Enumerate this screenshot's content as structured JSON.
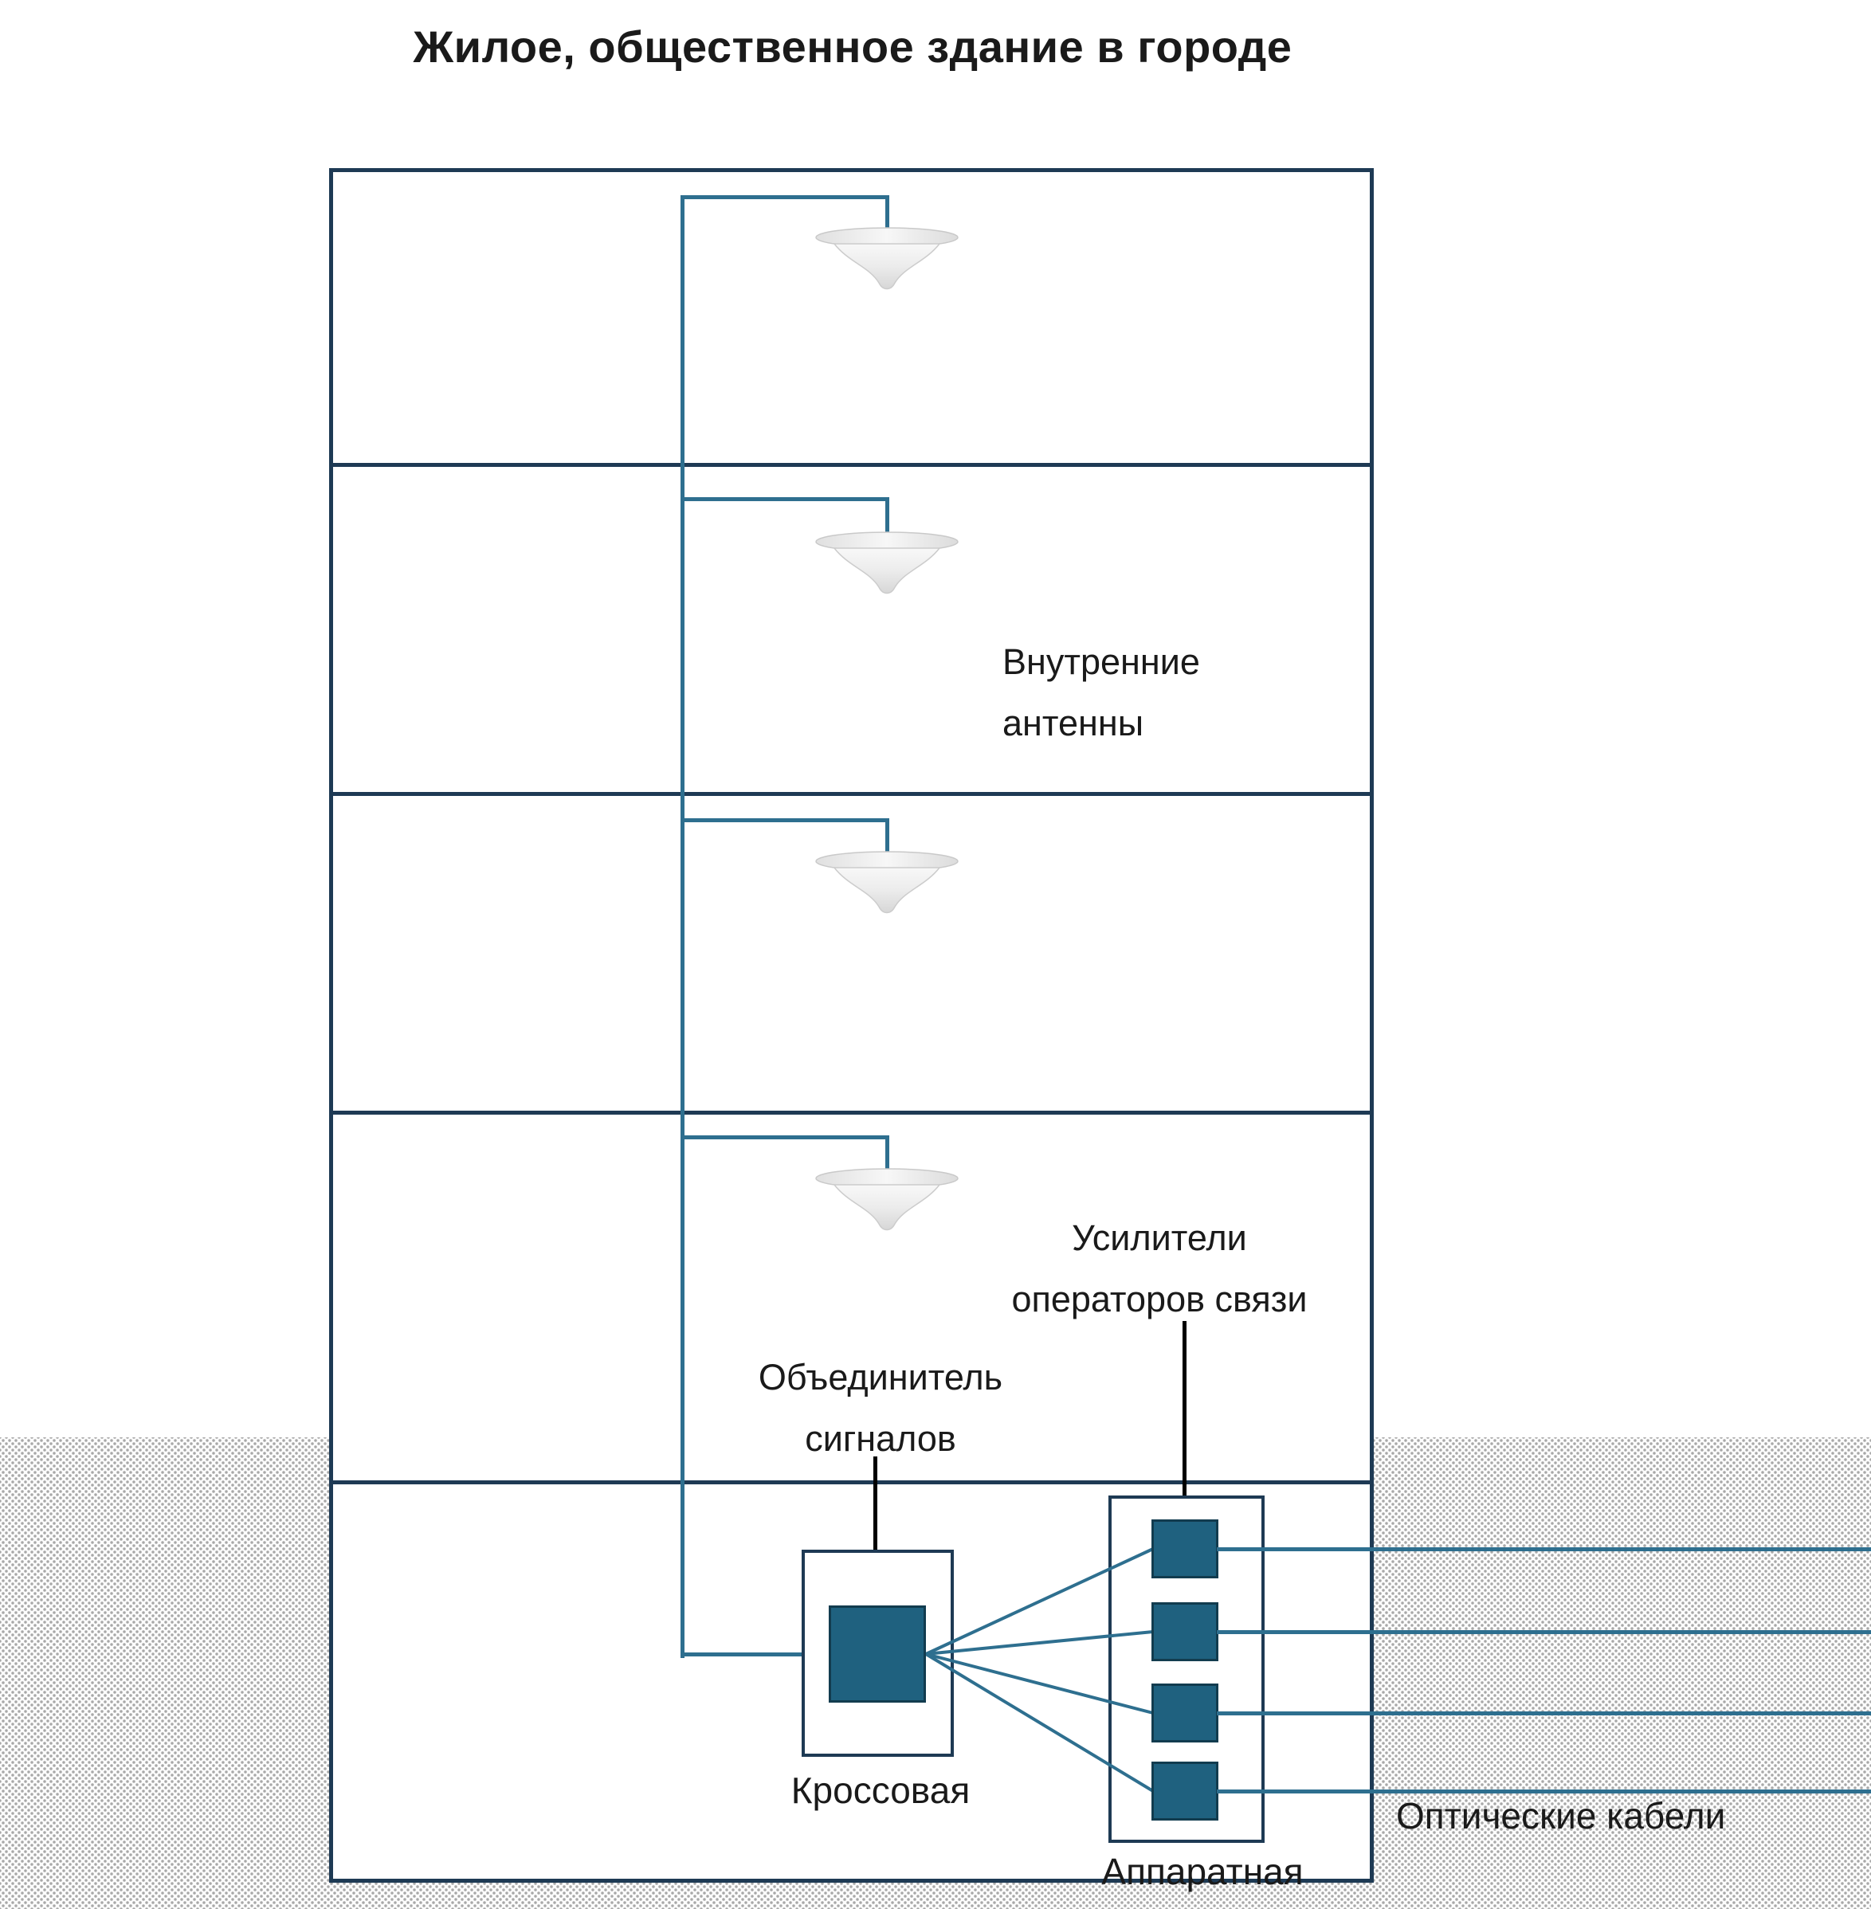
{
  "title": "Жилое, общественное здание в городе",
  "building": {
    "floors_above_ground": 4,
    "has_basement": true
  },
  "antennas": {
    "count": 4,
    "icon": "ceiling-dome-antenna"
  },
  "labels": {
    "internal_antennas": "Внутренние\nантенны",
    "amplifiers": "Усилители\nоператоров связи",
    "combiner": "Объединитель\nсигналов",
    "cross_room": "Кроссовая",
    "hardware_room": "Аппаратная",
    "optical_cables": "Оптические кабели"
  },
  "devices": {
    "combiner_count": 1,
    "amplifier_count": 4,
    "optical_cable_count": 4
  },
  "colors": {
    "outline": "#1e3a54",
    "cable": "#2e6f8f",
    "device_fill": "#1f617f",
    "device_border": "#123c4f",
    "arrow": "#000000",
    "ground_dots": "#a8a8a8"
  }
}
